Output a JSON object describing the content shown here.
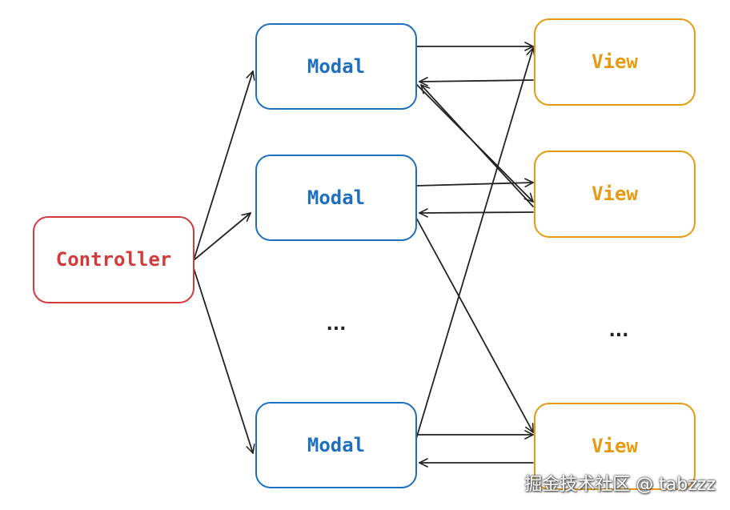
{
  "colors": {
    "controller": "#d33a3a",
    "model": "#1e6fbd",
    "view": "#e69a12",
    "edge": "#222222"
  },
  "nodes": {
    "controller": "Controller",
    "model_1": "Modal",
    "model_2": "Modal",
    "model_3": "Modal",
    "view_1": "View",
    "view_2": "View",
    "view_3": "View"
  },
  "ellipsis": {
    "models": "...",
    "views": "..."
  },
  "watermark": "掘金技术社区 @ tabzzz"
}
